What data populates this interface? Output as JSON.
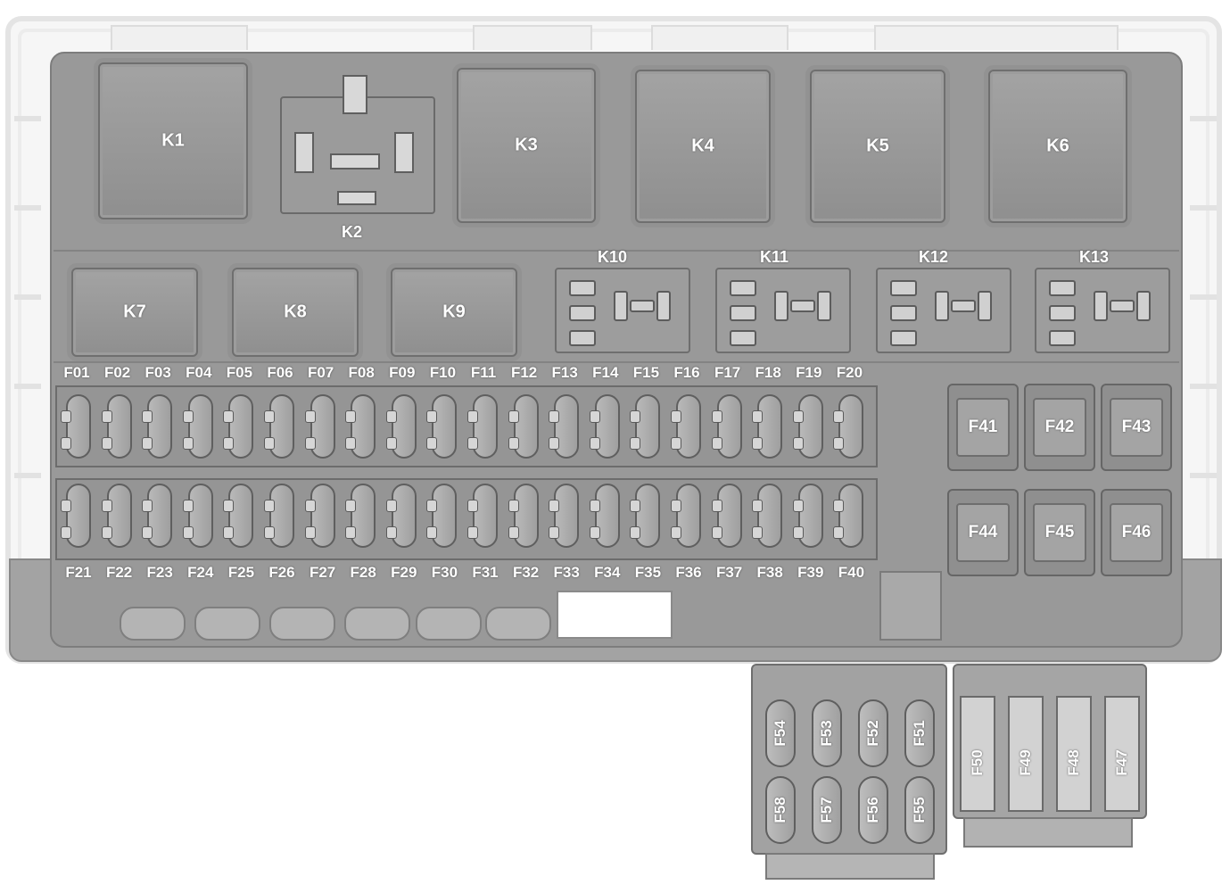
{
  "relays_large": [
    {
      "id": "K1",
      "label": "K1"
    },
    {
      "id": "K3",
      "label": "K3"
    },
    {
      "id": "K4",
      "label": "K4"
    },
    {
      "id": "K5",
      "label": "K5"
    },
    {
      "id": "K6",
      "label": "K6"
    },
    {
      "id": "K7",
      "label": "K7"
    },
    {
      "id": "K8",
      "label": "K8"
    },
    {
      "id": "K9",
      "label": "K9"
    }
  ],
  "relay_k2": {
    "label": "K2"
  },
  "relays_small": [
    {
      "label": "K10"
    },
    {
      "label": "K11"
    },
    {
      "label": "K12"
    },
    {
      "label": "K13"
    }
  ],
  "mini_fuses_top": [
    "F01",
    "F02",
    "F03",
    "F04",
    "F05",
    "F06",
    "F07",
    "F08",
    "F09",
    "F10",
    "F11",
    "F12",
    "F13",
    "F14",
    "F15",
    "F16",
    "F17",
    "F18",
    "F19",
    "F20"
  ],
  "mini_fuses_bottom": [
    "F21",
    "F22",
    "F23",
    "F24",
    "F25",
    "F26",
    "F27",
    "F28",
    "F29",
    "F30",
    "F31",
    "F32",
    "F33",
    "F34",
    "F35",
    "F36",
    "F37",
    "F38",
    "F39",
    "F40"
  ],
  "maxi_fuses": [
    "F41",
    "F42",
    "F43",
    "F44",
    "F45",
    "F46"
  ],
  "lower_block_a_top": [
    "F54",
    "F53",
    "F52",
    "F51"
  ],
  "lower_block_a_bottom": [
    "F58",
    "F57",
    "F56",
    "F55"
  ],
  "lower_block_b": [
    "F50",
    "F49",
    "F48",
    "F47"
  ]
}
